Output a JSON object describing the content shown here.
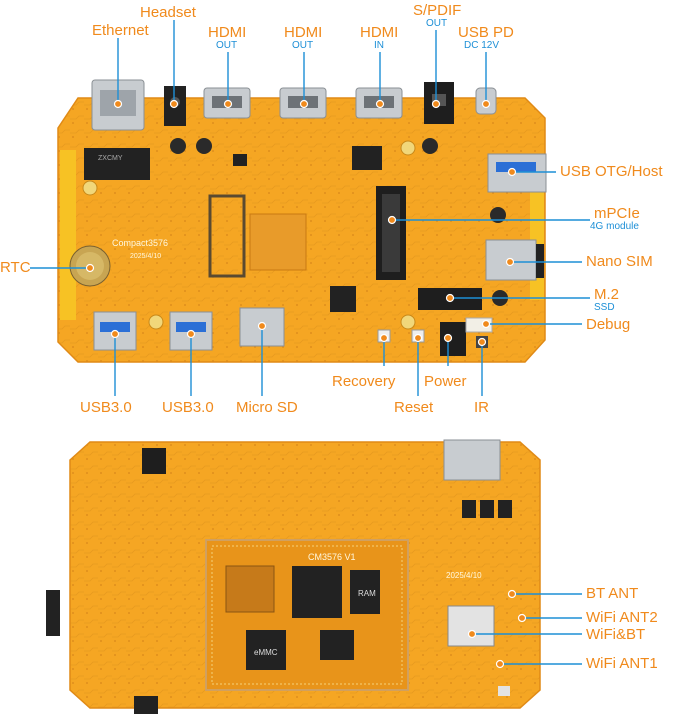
{
  "diagram": {
    "top_board": {
      "silkscreen_model": "Compact3576",
      "silkscreen_date": "2025/4/10",
      "chip_text_1": "ZXCMY",
      "labels": {
        "ethernet": "Ethernet",
        "headset": "Headset",
        "hdmi_out_1": "HDMI",
        "hdmi_out_1_sub": "OUT",
        "hdmi_out_2": "HDMI",
        "hdmi_out_2_sub": "OUT",
        "hdmi_in": "HDMI",
        "hdmi_in_sub": "IN",
        "spdif": "S/PDIF",
        "spdif_sub": "OUT",
        "usb_pd": "USB PD",
        "usb_pd_sub": "DC 12V",
        "usb_otg": "USB OTG/Host",
        "mpcie": "mPCIe",
        "mpcie_sub": "4G module",
        "nano_sim": "Nano SIM",
        "rtc": "RTC",
        "m2": "M.2",
        "m2_sub": "SSD",
        "debug": "Debug",
        "recovery": "Recovery",
        "power": "Power",
        "usb3_1": "USB3.0",
        "usb3_2": "USB3.0",
        "micro_sd": "Micro SD",
        "reset": "Reset",
        "ir": "IR"
      }
    },
    "bottom_board": {
      "silkscreen_model": "CM3576 V1",
      "silkscreen_date": "2025/4/10",
      "chip_emmc": "eMMC",
      "chip_ram": "RAM",
      "labels": {
        "bt_ant": "BT ANT",
        "wifi_ant2": "WiFi ANT2",
        "wifi_bt": "WiFi&BT",
        "wifi_ant1": "WiFi ANT1"
      }
    },
    "colors": {
      "board": "#f5a623",
      "board_dark": "#e8941a",
      "label": "#f08a1c",
      "sublabel": "#1d8fd6",
      "leader": "#1d8fd6",
      "metal": "#c8ccd0"
    }
  }
}
